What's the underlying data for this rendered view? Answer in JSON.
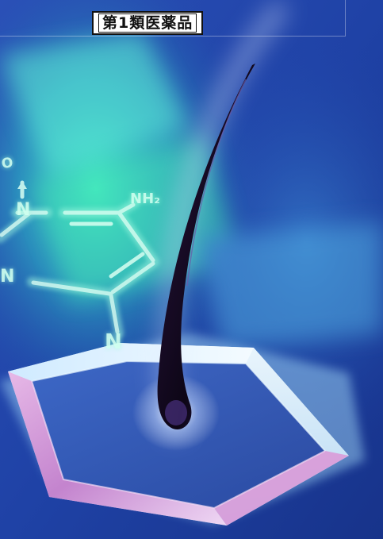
{
  "badge": {
    "label": "第1類医薬品"
  },
  "molecule": {
    "atoms": [
      "O",
      "N",
      "NH₂",
      "N",
      "N"
    ]
  },
  "colors": {
    "background": "#1f3f9c",
    "glow_teal": "#3fe0c0",
    "hair": "#14081e",
    "hexagon_light": "#dff4ff",
    "hexagon_pink": "#d98fd0"
  }
}
